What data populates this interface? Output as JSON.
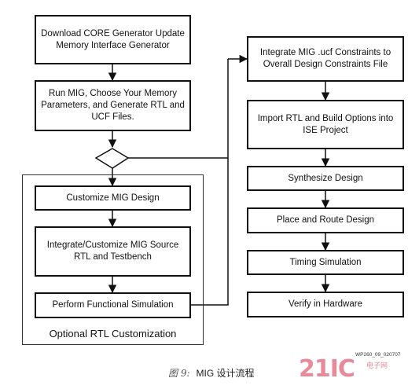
{
  "left_column": [
    {
      "text": "Download CORE Generator Update Memory Interface Generator"
    },
    {
      "text": "Run MIG, Choose Your Memory Parameters, and Generate RTL and UCF Files."
    }
  ],
  "optional_group": {
    "label": "Optional RTL Customization",
    "steps": [
      {
        "text": "Customize MIG Design"
      },
      {
        "text": "Integrate/Customize MIG Source RTL and Testbench"
      },
      {
        "text": "Perform Functional Simulation"
      }
    ]
  },
  "right_column": [
    {
      "text": "Integrate MIG .ucf Constraints to Overall Design Constraints File"
    },
    {
      "text": "Import RTL and Build Options into ISE Project"
    },
    {
      "text": "Synthesize Design"
    },
    {
      "text": "Place and Route Design"
    },
    {
      "text": "Timing Simulation"
    },
    {
      "text": "Verify in Hardware"
    }
  ],
  "part_number": "WP260_09_020707",
  "caption": {
    "figure_label": "图 9:",
    "title": "MIG 设计流程"
  },
  "watermark": {
    "logo": "21IC",
    "site": "电子网"
  }
}
